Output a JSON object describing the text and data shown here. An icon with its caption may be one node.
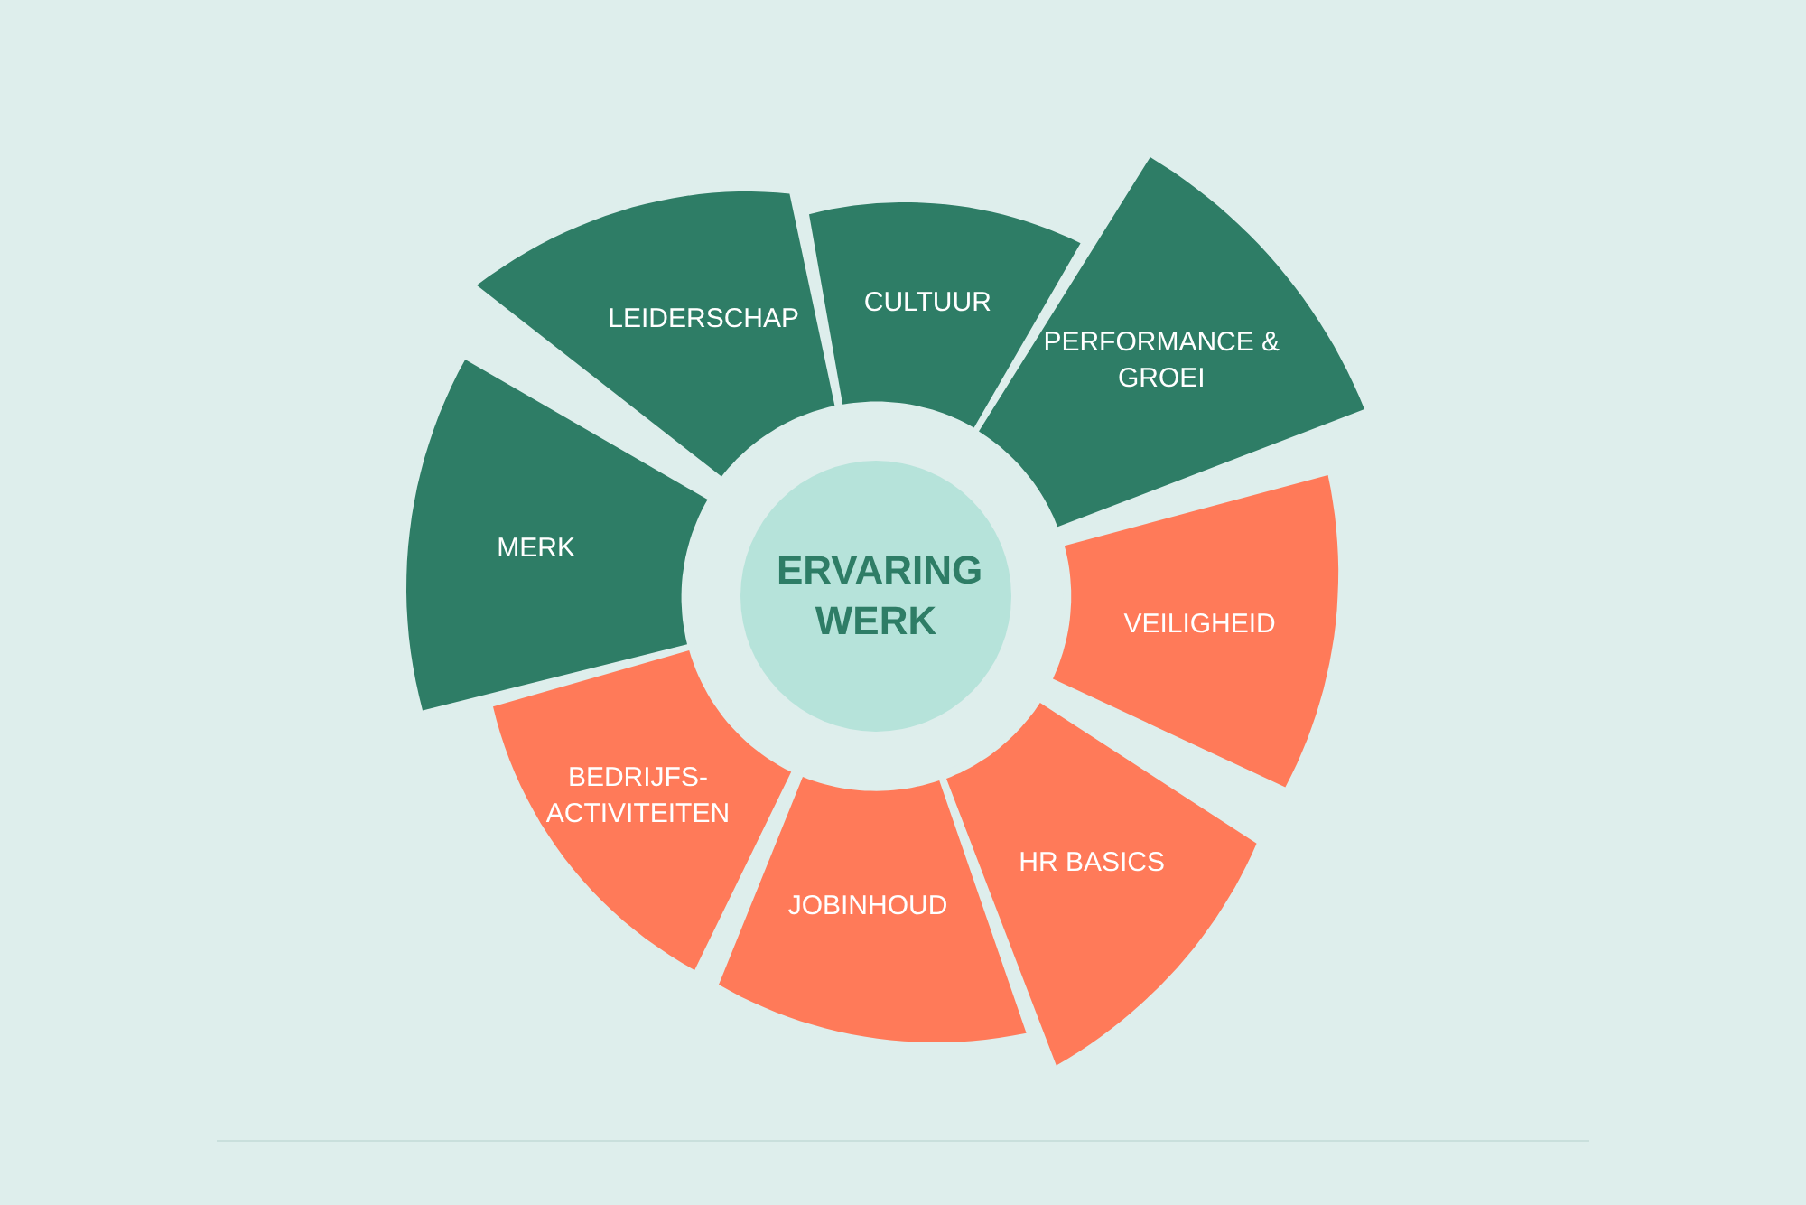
{
  "diagram": {
    "nodes": [
      {
        "text": [
          "ERVARING WERK"
        ]
      },
      {
        "text": [
          "LEIDERSCHAP"
        ]
      },
      {
        "text": [
          "CULTUUR"
        ]
      },
      {
        "text": [
          "PERFORMANCE & GROEI"
        ]
      },
      {
        "text": [
          "MERK"
        ]
      },
      {
        "text": [
          "VEILIGHEID"
        ]
      },
      {
        "text": [
          "BEDRIJFS-ACTIVITEITEN"
        ]
      },
      {
        "text": [
          "JOBINHOUD"
        ]
      },
      {
        "text": [
          "HR BASICS"
        ]
      }
    ]
  }
}
